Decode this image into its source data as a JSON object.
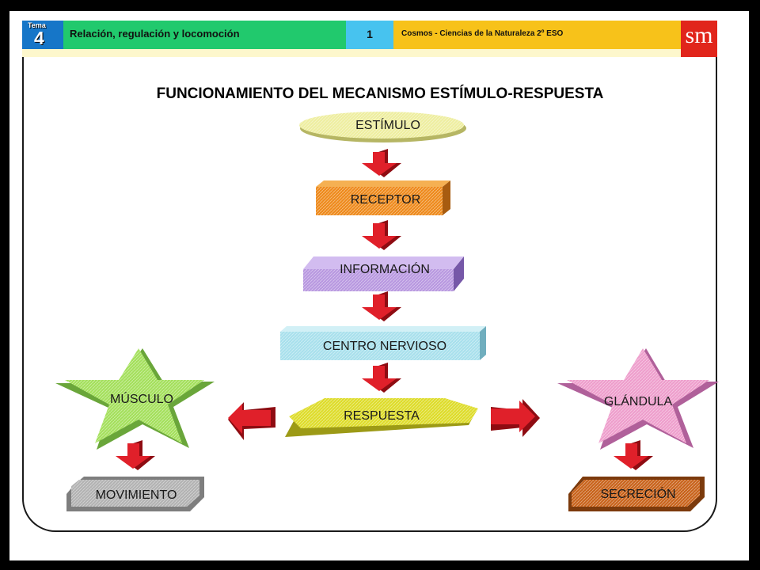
{
  "header": {
    "tema_label": "Tema",
    "tema_number": "4",
    "topic": "Relación, regulación y locomoción",
    "page": "1",
    "book": "Cosmos - Ciencias de la Naturaleza 2º ESO",
    "logo": "sm"
  },
  "title": "FUNCIONAMIENTO DEL MECANISMO ESTÍMULO-RESPUESTA",
  "nodes": {
    "estimulo": "ESTÍMULO",
    "receptor": "RECEPTOR",
    "informacion": "INFORMACIÓN",
    "centro": "CENTRO NERVIOSO",
    "respuesta": "RESPUESTA",
    "musculo": "MÚSCULO",
    "glandula": "GLÁNDULA",
    "movimiento": "MOVIMIENTO",
    "secrecion": "SECRECIÓN"
  },
  "arrow_icon": "red-block-arrow-icon",
  "colors": {
    "estimulo": "#eeeea0",
    "receptor": "#ee8a1c",
    "informacion": "#b898e0",
    "centro": "#a8e0ec",
    "respuesta": "#dedc2a",
    "musculo": "#a4e05c",
    "glandula": "#ee9ecc",
    "movimiento": "#b2b2b2",
    "secrecion": "#c8621a",
    "arrow": "#e0202a"
  }
}
